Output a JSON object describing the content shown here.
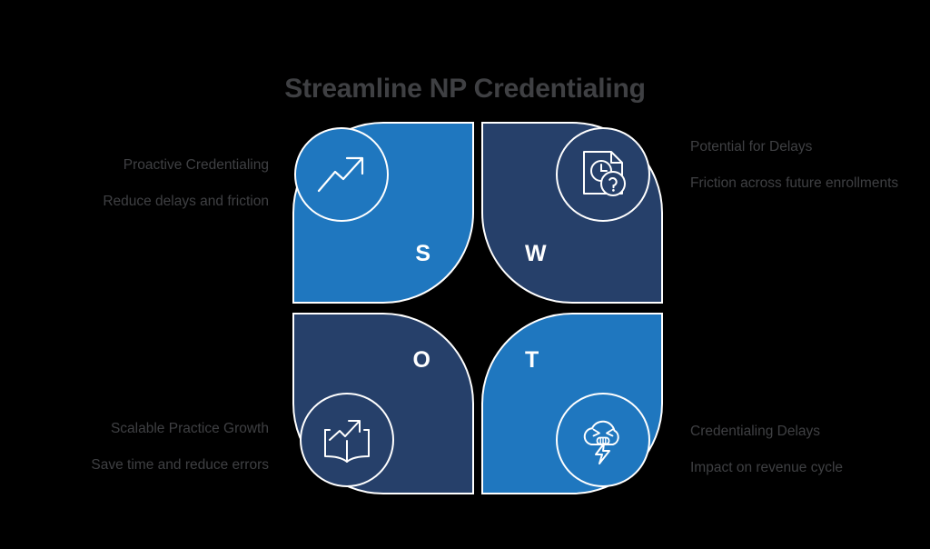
{
  "title": "Streamline NP Credentialing",
  "colors": {
    "background": "#000000",
    "text": "#3f4043",
    "bright_blue": "#1f77bf",
    "navy": "#26406a",
    "stroke": "#ffffff"
  },
  "quadrants": [
    {
      "key": "s",
      "letter": "S",
      "name": "strengths",
      "color": "#1f77bf",
      "icon": "trending-up-arrow-icon",
      "caption_side": "left",
      "caption_lines": [
        "Proactive Credentialing",
        "Reduce delays and friction"
      ]
    },
    {
      "key": "w",
      "letter": "W",
      "name": "weaknesses",
      "color": "#26406a",
      "icon": "document-clock-question-icon",
      "caption_side": "right",
      "caption_lines": [
        "Potential for Delays",
        "Friction across future enrollments"
      ]
    },
    {
      "key": "o",
      "letter": "O",
      "name": "opportunities",
      "color": "#26406a",
      "icon": "open-book-growth-icon",
      "caption_side": "left",
      "caption_lines": [
        "Scalable Practice Growth",
        "Save time and reduce errors"
      ]
    },
    {
      "key": "t",
      "letter": "T",
      "name": "threats",
      "color": "#1f77bf",
      "icon": "storm-cloud-lightning-icon",
      "caption_side": "right",
      "caption_lines": [
        "Credentialing Delays",
        "Impact on revenue cycle"
      ]
    }
  ]
}
